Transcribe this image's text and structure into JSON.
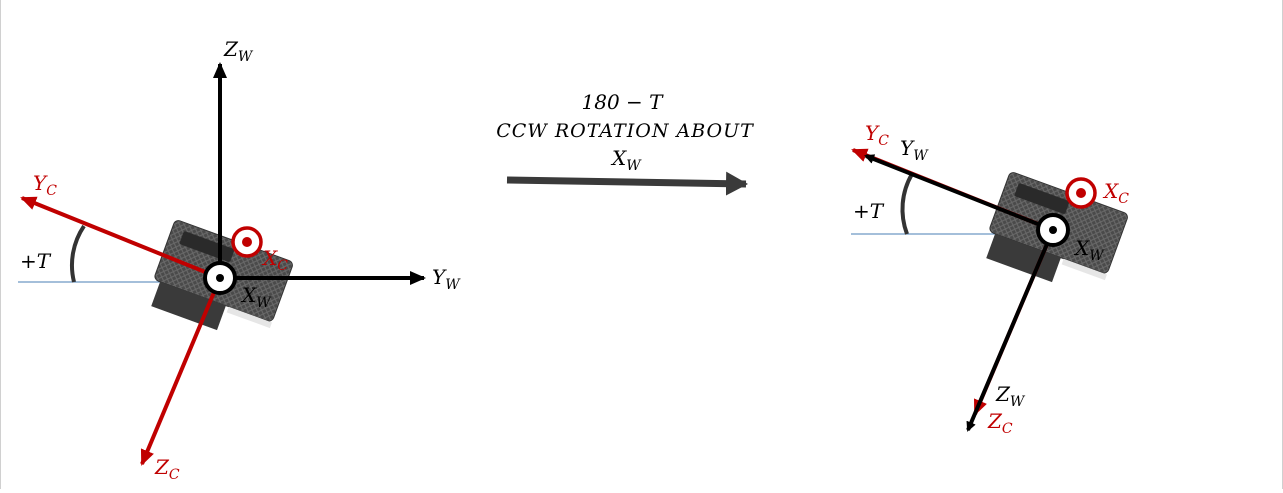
{
  "colors": {
    "world_axis": "#000000",
    "camera_axis": "#c00000",
    "camera_axis_right": "#b30000",
    "arrow": "#3a3a3a",
    "horizon": "#4a7fb5",
    "camera_body": "#555555"
  },
  "left": {
    "zw": {
      "main": "Z",
      "sub": "W"
    },
    "yw": {
      "main": "Y",
      "sub": "W"
    },
    "xw": {
      "main": "X",
      "sub": "W"
    },
    "yc": {
      "main": "Y",
      "sub": "C"
    },
    "zc": {
      "main": "Z",
      "sub": "C"
    },
    "xc": {
      "main": "X",
      "sub": "C"
    },
    "angle": "+T"
  },
  "transition": {
    "line1": "180 − T",
    "line2": "CCW ROTATION ABOUT",
    "line3_main": "X",
    "line3_sub": "W"
  },
  "right": {
    "yw": {
      "main": "Y",
      "sub": "W"
    },
    "zw": {
      "main": "Z",
      "sub": "W"
    },
    "xw": {
      "main": "X",
      "sub": "W"
    },
    "yc": {
      "main": "Y",
      "sub": "C"
    },
    "zc": {
      "main": "Z",
      "sub": "C"
    },
    "xc": {
      "main": "X",
      "sub": "C"
    },
    "angle": "+T"
  }
}
